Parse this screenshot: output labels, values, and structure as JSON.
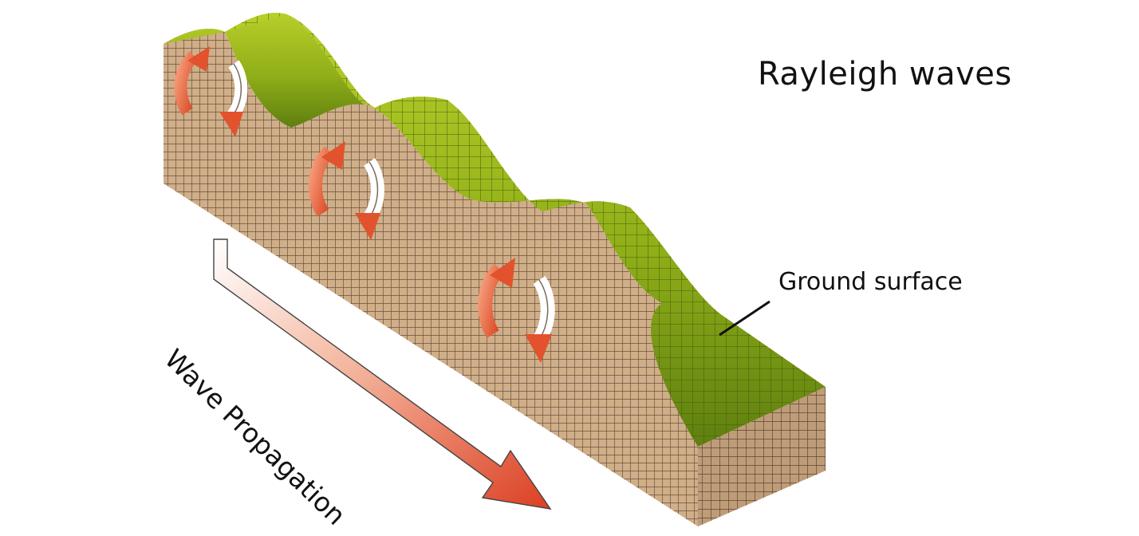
{
  "diagram": {
    "title": "Rayleigh waves",
    "labels": {
      "ground_surface": "Ground surface",
      "wave_propagation": "Wave Propagation"
    },
    "icons": {
      "particle_motion": "circular-rotation-arrows-icon",
      "direction": "propagation-arrow-icon"
    },
    "colors": {
      "ground_top": "#7a9a12",
      "ground_top_light": "#b8cf2a",
      "soil_side": "#c8a882",
      "soil_grid": "#6b5240",
      "rotation_arrow": "#e2522c",
      "propagation_arrow": "#e0452a"
    }
  }
}
